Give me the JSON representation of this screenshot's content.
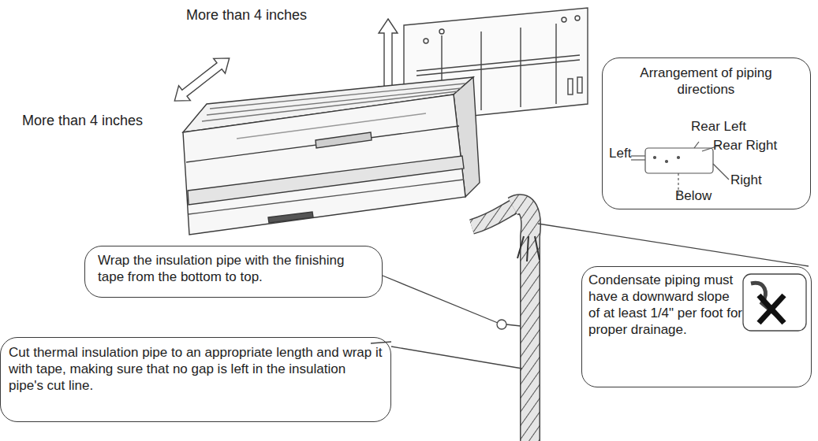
{
  "diagram": {
    "nodes": [
      {
        "text": [
          "Arrangement of piping directions",
          "Rear Left",
          "Rear Right",
          "Left",
          "Right",
          "Below"
        ]
      },
      {
        "text": [
          "Wrap the insulation pipe with the finishing tape from the bottom to top."
        ]
      },
      {
        "text": [
          "Cut thermal insulation pipe to an appropriate length and wrap it with tape, making sure that no gap is left in the insulation pipe's cut line."
        ]
      },
      {
        "text": [
          "Condensate piping must have a downward slope of at least 1/4\" per foot for proper drainage."
        ]
      }
    ],
    "labels": [
      "More than 4 inches",
      "More than 4 inches"
    ]
  }
}
